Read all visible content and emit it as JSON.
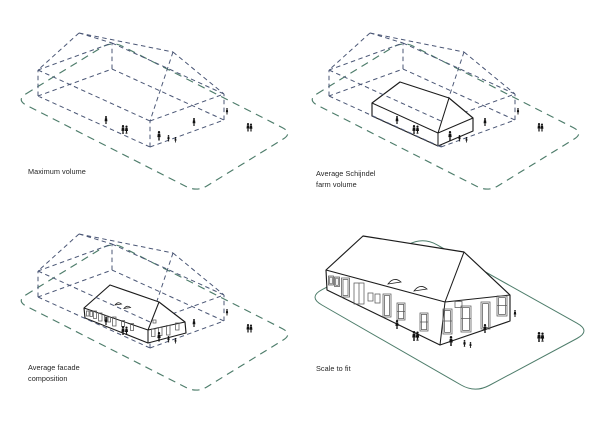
{
  "colors": {
    "volume_dash": "#4b5776",
    "ground_line": "#4e7d6b",
    "house_line": "#1c1c1c",
    "detail_line": "#5a5a5a",
    "figure": "#111111",
    "label_text": "#262626",
    "background": "#ffffff"
  },
  "panels": [
    {
      "label_lines": [
        "Maximum volume"
      ]
    },
    {
      "label_lines": [
        "Average Schijndel",
        "farm volume"
      ]
    },
    {
      "label_lines": [
        "Average facade",
        "composition"
      ]
    },
    {
      "label_lines": [
        "Scale to fit"
      ]
    }
  ],
  "icons": {
    "person": "person-icon",
    "people_pair": "people-pair-icon"
  }
}
